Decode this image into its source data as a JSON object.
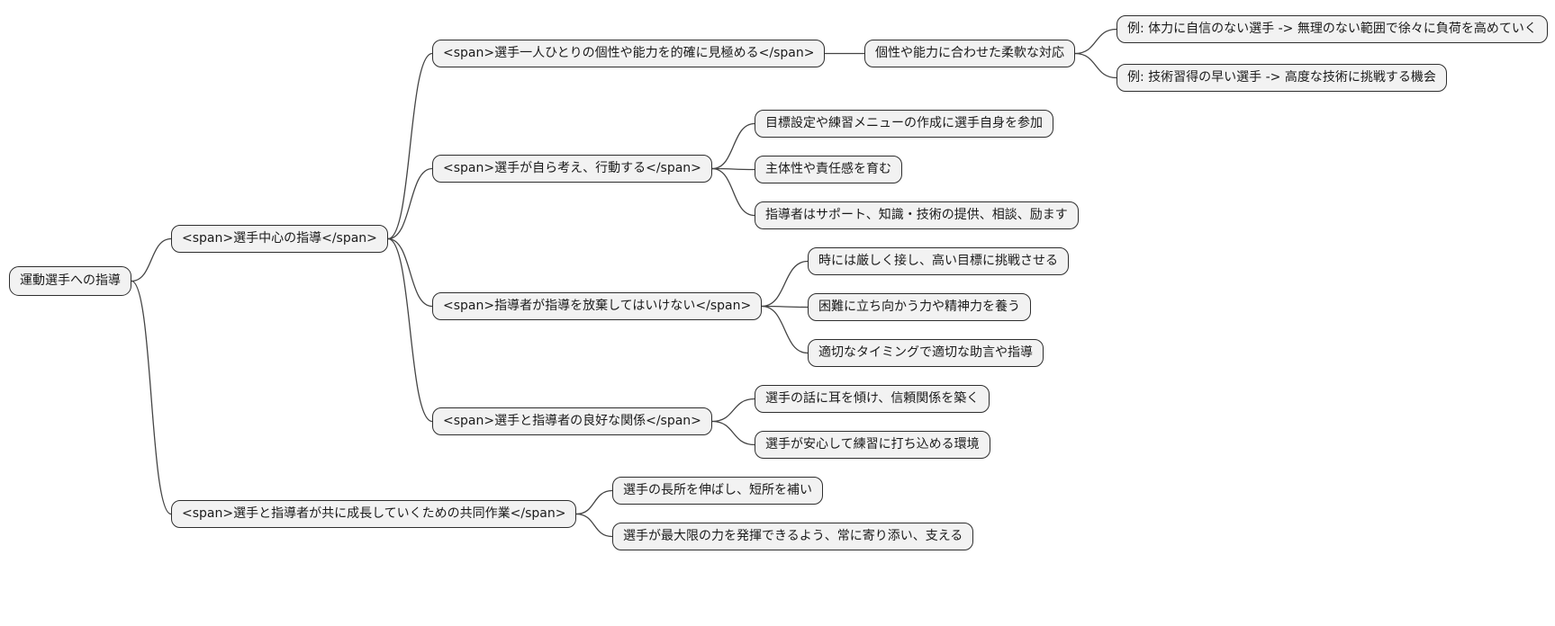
{
  "diagram": {
    "type": "mindmap",
    "colors": {
      "background": "#ffffff",
      "node_fill": "#f2f2f2",
      "node_border": "#2e2e2e",
      "link": "#444444",
      "text": "#1a1a1a"
    },
    "root": {
      "label": "運動選手への指導",
      "children": [
        {
          "label": "<span>選手中心の指導</span>",
          "children": [
            {
              "label": "<span>選手一人ひとりの個性や能力を的確に見極める</span>",
              "children": [
                {
                  "label": "個性や能力に合わせた柔軟な対応",
                  "children": [
                    {
                      "label": "例: 体力に自信のない選手 -> 無理のない範囲で徐々に負荷を高めていく",
                      "children": []
                    },
                    {
                      "label": "例: 技術習得の早い選手 -> 高度な技術に挑戦する機会",
                      "children": []
                    }
                  ]
                }
              ]
            },
            {
              "label": "<span>選手が自ら考え、行動する</span>",
              "children": [
                {
                  "label": "目標設定や練習メニューの作成に選手自身を参加",
                  "children": []
                },
                {
                  "label": "主体性や責任感を育む",
                  "children": []
                },
                {
                  "label": "指導者はサポート、知識・技術の提供、相談、励ます",
                  "children": []
                }
              ]
            },
            {
              "label": "<span>指導者が指導を放棄してはいけない</span>",
              "children": [
                {
                  "label": "時には厳しく接し、高い目標に挑戦させる",
                  "children": []
                },
                {
                  "label": "困難に立ち向かう力や精神力を養う",
                  "children": []
                },
                {
                  "label": "適切なタイミングで適切な助言や指導",
                  "children": []
                }
              ]
            },
            {
              "label": "<span>選手と指導者の良好な関係</span>",
              "children": [
                {
                  "label": "選手の話に耳を傾け、信頼関係を築く",
                  "children": []
                },
                {
                  "label": "選手が安心して練習に打ち込める環境",
                  "children": []
                }
              ]
            }
          ]
        },
        {
          "label": "<span>選手と指導者が共に成長していくための共同作業</span>",
          "children": [
            {
              "label": "選手の長所を伸ばし、短所を補い",
              "children": []
            },
            {
              "label": "選手が最大限の力を発揮できるよう、常に寄り添い、支える",
              "children": []
            }
          ]
        }
      ]
    }
  }
}
